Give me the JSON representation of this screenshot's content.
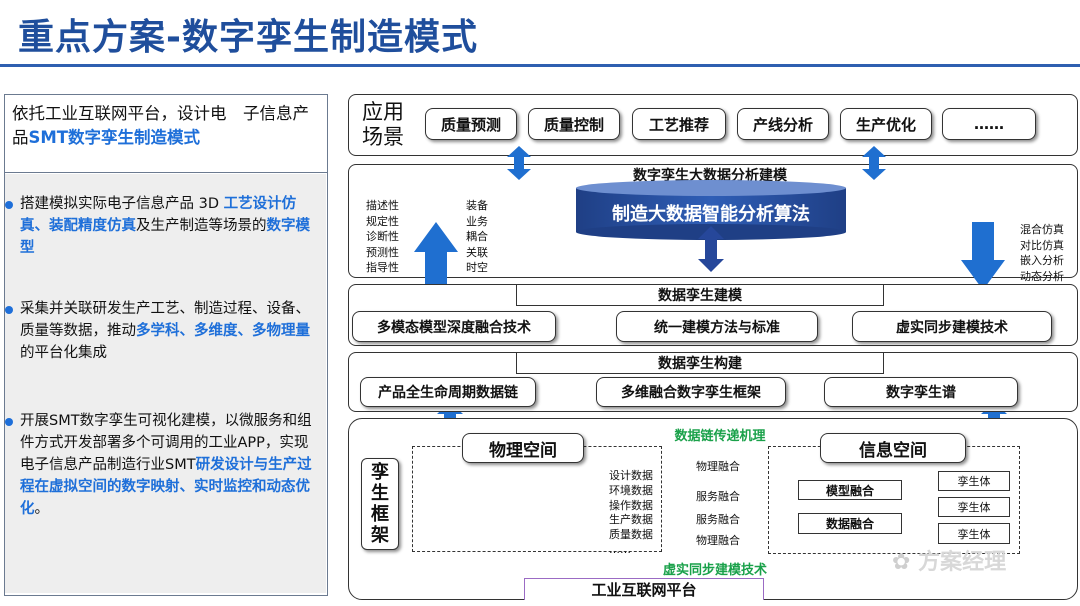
{
  "header": {
    "title": "重点方案-数字孪生制造模式"
  },
  "left": {
    "intro_a": "依托工业互联网平台，设计电　子信息产品",
    "intro_hl": "SMT数字孪生制造模式",
    "b1_a": "搭建模拟实际电子信息产品 3D ",
    "b1_hl1": "工艺设计仿真、装配精度仿真",
    "b1_b": "及生产制造等场景的",
    "b1_hl2": "数字模型",
    "b2_a": "采集并关联研发生产工艺、制造过程、设备、质量等数据，推动",
    "b2_hl": "多学科、多维度、多物理量",
    "b2_b": "的平台化集成",
    "b3_a": "开展SMT数字孪生可视化建模，以微服务和组件方式开发部署多个可调用的工业APP，实现电子信息产品制造行业SMT",
    "b3_hl": "研发设计与生产过程在虚拟空间的数字映射、实时监控和动态优化",
    "b3_b": "。",
    "accent_color": "#1e6fd9"
  },
  "scenarios": {
    "label_1": "应用",
    "label_2": "场景",
    "items": [
      "质量预测",
      "质量控制",
      "工艺推荐",
      "产线分析",
      "生产优化",
      "……"
    ]
  },
  "analytics": {
    "title": "数字孪生大数据分析建模",
    "cylinder": "制造大数据智能分析算法",
    "left_col1": [
      "描述性",
      "规定性",
      "诊断性",
      "预测性",
      "指导性"
    ],
    "left_col2": [
      "装备",
      "业务",
      "耦合",
      "关联",
      "时空"
    ],
    "right_col": [
      "混合仿真",
      "对比仿真",
      "嵌入分析",
      "动态分析"
    ]
  },
  "modeling": {
    "title": "数据孪生建模",
    "items": [
      "多模态模型深度融合技术",
      "统一建模方法与标准",
      "虚实同步建模技术"
    ]
  },
  "construction": {
    "title": "数据孪生构建",
    "items": [
      "产品全生命周期数据链",
      "多维融合数字孪生框架",
      "数字孪生谱"
    ]
  },
  "framework": {
    "side_label": [
      "孪",
      "生",
      "框",
      "架"
    ],
    "top_link": "数据链传递机理",
    "bottom_link": "虚实同步建模技术",
    "physical": "物理空间",
    "info": "信息空间",
    "data_list": [
      "设计数据",
      "环境数据",
      "操作数据",
      "生产数据",
      "质量数据",
      "……"
    ],
    "arrows": [
      "物理融合",
      "服务融合",
      "服务融合",
      "物理融合"
    ],
    "fusion": [
      "模型融合",
      "数据融合"
    ],
    "twins": [
      "孪生体",
      "孪生体",
      "孪生体"
    ],
    "platform": "工业互联网平台"
  },
  "watermark": "方案经理",
  "colors": {
    "brand": "#1f4e9c",
    "arrow": "#1f6fd0",
    "green": "#1aa14a",
    "purple": "#9b6bc4"
  }
}
